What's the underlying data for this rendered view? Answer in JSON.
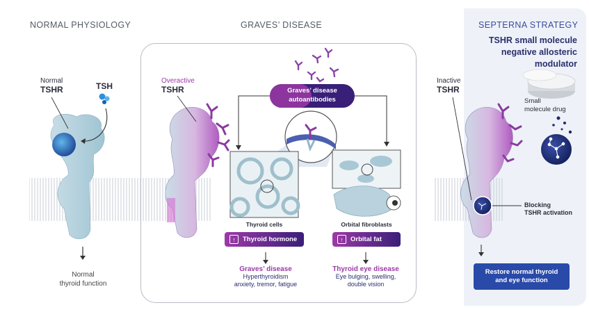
{
  "headings": {
    "left": "NORMAL PHYSIOLOGY",
    "center": "GRAVES’ DISEASE",
    "right": "SEPTERNA STRATEGY"
  },
  "right_subtitle": [
    "TSHR small molecule",
    "negative allosteric modulator"
  ],
  "left": {
    "receptor_label_1": "Normal",
    "receptor_label_2": "TSHR",
    "hormone_label": "TSH",
    "outcome": [
      "Normal",
      "thyroid function"
    ]
  },
  "center": {
    "receptor_label_1": "Overactive",
    "receptor_label_2": "TSHR",
    "autoantibody_box": [
      "Graves’ disease",
      "autoantibodies"
    ],
    "thyroid_caption": "Thyroid cells",
    "thyroid_effect": "Thyroid hormone",
    "thyroid_disease": "Graves’ disease",
    "thyroid_symptoms": [
      "Hyperthyroidism",
      "anxiety, tremor, fatigue"
    ],
    "orbital_caption": "Orbital fibroblasts",
    "orbital_effect": "Orbital fat",
    "orbital_disease": "Thyroid eye disease",
    "orbital_symptoms": [
      "Eye bulging, swelling,",
      "double vision"
    ],
    "increase_symbol": "↑"
  },
  "right": {
    "receptor_label_1": "Inactive",
    "receptor_label_2": "TSHR",
    "drug_label": [
      "Small",
      "molecule drug"
    ],
    "blocking_label": [
      "Blocking",
      "TSHR activation"
    ],
    "outcome": [
      "Restore normal thyroid",
      "and eye function"
    ]
  },
  "colors": {
    "purple": "#9c3aa6",
    "navy": "#2a2f6e",
    "teal": "#7fb8cc",
    "blue": "#2f6fc0"
  },
  "icons": [
    "tsh-molecule-icon",
    "antibody-icon",
    "pill-icon",
    "drug-molecule-icon",
    "down-arrow-icon"
  ]
}
